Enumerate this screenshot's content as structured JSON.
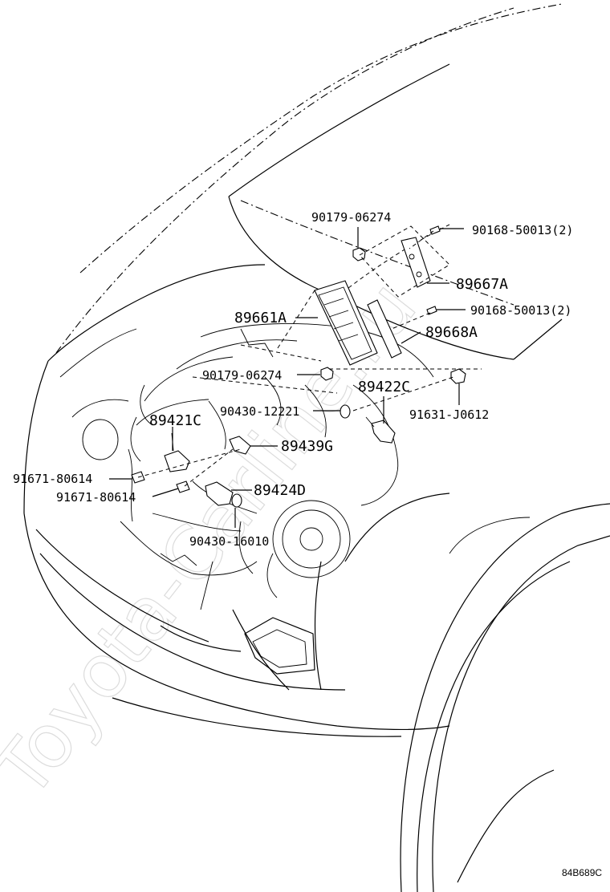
{
  "watermark": "Toyota-Carline.ru",
  "diagram_code": "84B689C",
  "callouts": [
    {
      "id": "c1",
      "text": "90179-06274"
    },
    {
      "id": "c2",
      "text": "90168-50013(2)"
    },
    {
      "id": "c3",
      "text": "89667A"
    },
    {
      "id": "c4",
      "text": "89661A"
    },
    {
      "id": "c5",
      "text": "90168-50013(2)"
    },
    {
      "id": "c6",
      "text": "89668A"
    },
    {
      "id": "c7",
      "text": "90179-06274"
    },
    {
      "id": "c8",
      "text": "89422C"
    },
    {
      "id": "c9",
      "text": "90430-12221"
    },
    {
      "id": "c10",
      "text": "91631-J0612"
    },
    {
      "id": "c11",
      "text": "89421C"
    },
    {
      "id": "c12",
      "text": "89439G"
    },
    {
      "id": "c13",
      "text": "91671-80614"
    },
    {
      "id": "c14",
      "text": "91671-80614"
    },
    {
      "id": "c15",
      "text": "89424D"
    },
    {
      "id": "c16",
      "text": "90430-16010"
    }
  ]
}
